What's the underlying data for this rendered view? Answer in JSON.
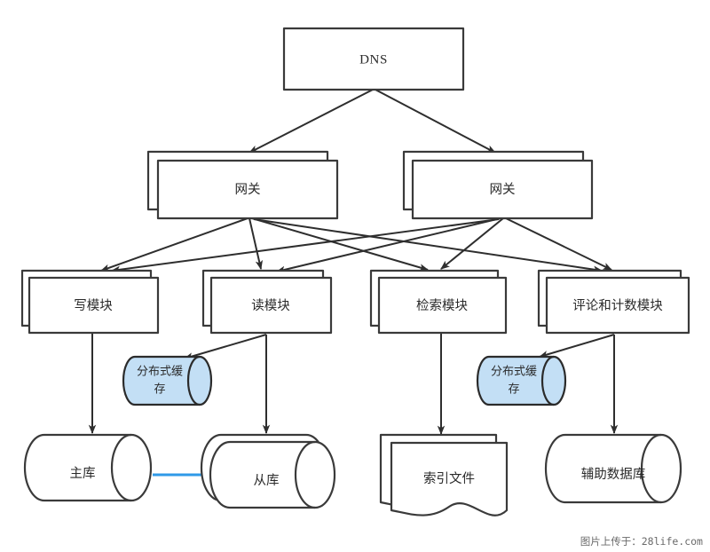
{
  "diagram": {
    "title": "DNS",
    "type": "architecture-flow-diagram",
    "nodes": {
      "dns": {
        "label": "DNS",
        "shape": "rectangle"
      },
      "gateway_left": {
        "label": "网关",
        "shape": "stacked-rectangle"
      },
      "gateway_right": {
        "label": "网关",
        "shape": "stacked-rectangle"
      },
      "write_module": {
        "label": "写模块",
        "shape": "stacked-rectangle"
      },
      "read_module": {
        "label": "读模块",
        "shape": "stacked-rectangle"
      },
      "search_module": {
        "label": "检索模块",
        "shape": "stacked-rectangle"
      },
      "comment_count_module": {
        "label": "评论和计数模块",
        "shape": "stacked-rectangle"
      },
      "cache_left": {
        "label_line1": "分布式缓",
        "label_line2": "存",
        "shape": "cylinder",
        "fill": "#c3dff5"
      },
      "cache_right": {
        "label_line1": "分布式缓",
        "label_line2": "存",
        "shape": "cylinder",
        "fill": "#c3dff5"
      },
      "master_db": {
        "label": "主库",
        "shape": "cylinder"
      },
      "slave_db": {
        "label": "从库",
        "shape": "stacked-cylinder"
      },
      "index_file": {
        "label": "索引文件",
        "shape": "stacked-document"
      },
      "aux_db": {
        "label": "辅助数据库",
        "shape": "cylinder"
      }
    },
    "edges": [
      {
        "from": "dns",
        "to": "gateway_left",
        "style": "solid-arrow"
      },
      {
        "from": "dns",
        "to": "gateway_right",
        "style": "solid-arrow"
      },
      {
        "from": "gateway_left",
        "to": "write_module",
        "style": "solid-arrow"
      },
      {
        "from": "gateway_left",
        "to": "read_module",
        "style": "solid-arrow"
      },
      {
        "from": "gateway_left",
        "to": "search_module",
        "style": "solid-arrow"
      },
      {
        "from": "gateway_left",
        "to": "comment_count_module",
        "style": "solid-arrow"
      },
      {
        "from": "gateway_right",
        "to": "write_module",
        "style": "solid-arrow"
      },
      {
        "from": "gateway_right",
        "to": "read_module",
        "style": "solid-arrow"
      },
      {
        "from": "gateway_right",
        "to": "search_module",
        "style": "solid-arrow"
      },
      {
        "from": "gateway_right",
        "to": "comment_count_module",
        "style": "solid-arrow"
      },
      {
        "from": "write_module",
        "to": "master_db",
        "style": "solid-arrow"
      },
      {
        "from": "read_module",
        "to": "cache_left",
        "style": "solid-arrow"
      },
      {
        "from": "read_module",
        "to": "slave_db",
        "style": "solid-arrow"
      },
      {
        "from": "search_module",
        "to": "index_file",
        "style": "solid-arrow"
      },
      {
        "from": "comment_count_module",
        "to": "cache_right",
        "style": "solid-arrow"
      },
      {
        "from": "comment_count_module",
        "to": "aux_db",
        "style": "solid-arrow"
      },
      {
        "from": "master_db",
        "to": "slave_db",
        "style": "blue-arrow"
      }
    ],
    "colors": {
      "stroke": "#2e2e2e",
      "node_fill": "#ffffff",
      "cache_fill": "#c3dff5",
      "replication_arrow": "#2f9ae8",
      "background": "#ffffff"
    }
  },
  "watermark": {
    "text": "图片上传于：28life.com"
  }
}
